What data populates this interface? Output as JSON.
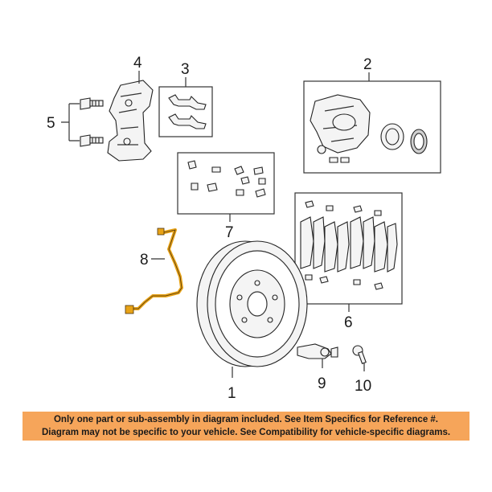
{
  "callouts": {
    "c1": "1",
    "c2": "2",
    "c3": "3",
    "c4": "4",
    "c5": "5",
    "c6": "6",
    "c7": "7",
    "c8": "8",
    "c9": "9",
    "c10": "10"
  },
  "disclaimer": {
    "line1": "Only one part or sub-assembly in diagram included. See Item Specifics for Reference #.",
    "line2": "Diagram may not be specific to your vehicle. See Compatibility for vehicle-specific diagrams."
  },
  "colors": {
    "banner": "#f6a55a",
    "highlight_part": "#e8a317"
  },
  "highlighted_part": "8"
}
